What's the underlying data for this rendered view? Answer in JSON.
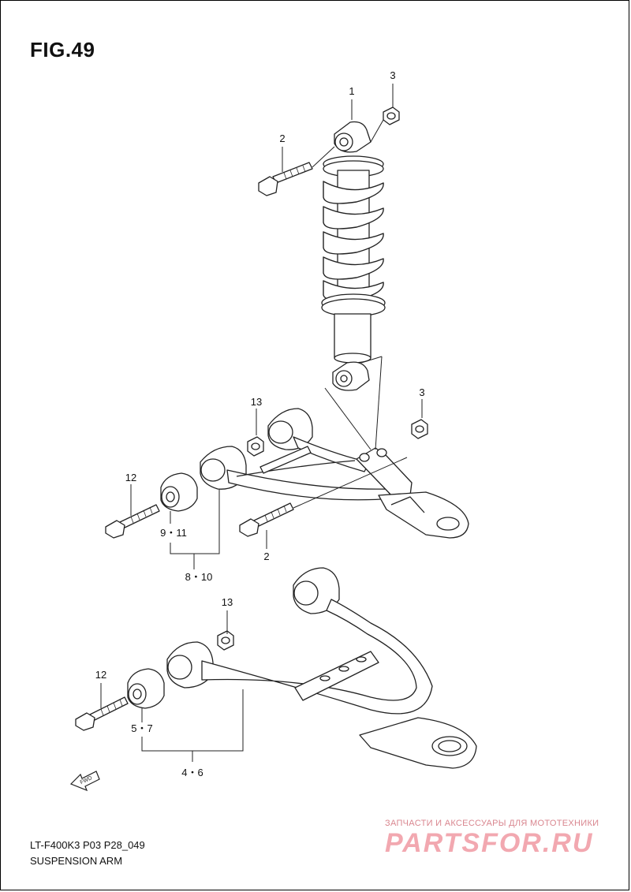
{
  "figure": {
    "title": "FIG.49"
  },
  "callouts": {
    "c1": "1",
    "c2_top": "2",
    "c3_top": "3",
    "c13_upper": "13",
    "c3_mid": "3",
    "c12_upper": "12",
    "c9_11": "9・11",
    "c8_10": "8・10",
    "c2_mid": "2",
    "c13_lower": "13",
    "c12_lower": "12",
    "c5_7": "5・7",
    "c4_6": "4・6"
  },
  "fwd_badge": {
    "label": "FWD",
    "icon": "fwd-arrow-icon"
  },
  "footer": {
    "code": "LT-F400K3 P03 P28_049",
    "name": "SUSPENSION ARM"
  },
  "watermark": {
    "line1": "ЗАПЧАСТИ И АКСЕССУАРЫ ДЛЯ МОТОТЕХНИКИ",
    "line2": "PARTSFOR.RU",
    "color": "#f2a8b0"
  }
}
